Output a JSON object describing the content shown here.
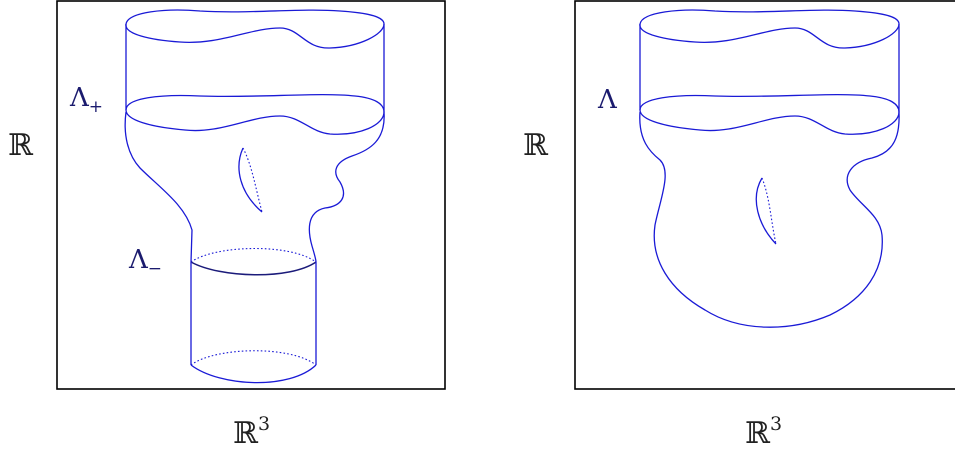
{
  "left_panel": {
    "vertical_axis_label": "ℝ",
    "horizontal_axis_label": "ℝ",
    "horizontal_axis_exponent": "3",
    "upper_end_label": "Λ",
    "upper_end_subscript": "+",
    "lower_end_label": "Λ",
    "lower_end_subscript": "−"
  },
  "right_panel": {
    "vertical_axis_label": "ℝ",
    "horizontal_axis_label": "ℝ",
    "horizontal_axis_exponent": "3",
    "end_label": "Λ"
  },
  "colors": {
    "surface": "#1a1ad6",
    "labels": "#1b1b6e",
    "frame": "#000000"
  }
}
